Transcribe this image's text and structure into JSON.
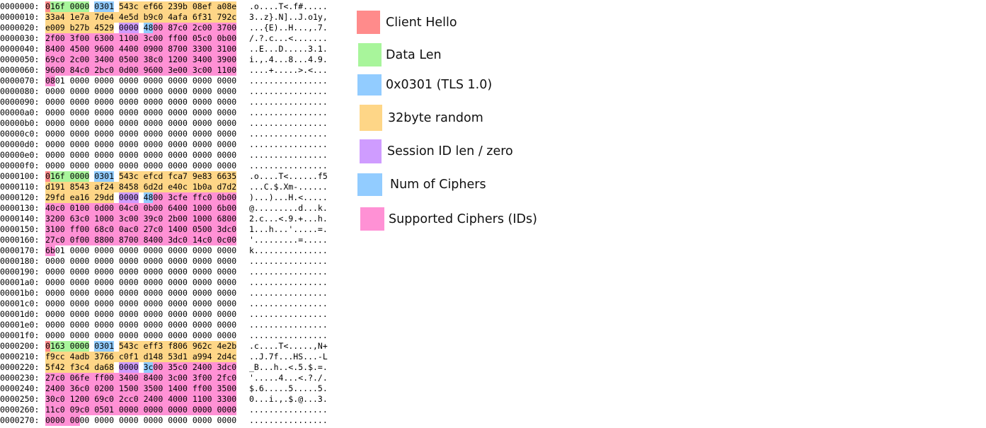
{
  "colors": {
    "client_hello": "#ff8b8b",
    "data_len": "#a8f59b",
    "tls_version": "#92ccff",
    "random": "#fed687",
    "session_id": "#cf9cff",
    "num_ciphers": "#92ccff",
    "ciphers": "#ff91d5"
  },
  "legend": [
    {
      "key": "client_hello",
      "label": "Client Hello",
      "icon": "swatch"
    },
    {
      "key": "data_len",
      "label": "Data Len",
      "icon": "swatch"
    },
    {
      "key": "tls_version",
      "label": "0x0301 (TLS 1.0)",
      "icon": "swatch"
    },
    {
      "key": "random",
      "label": "32byte random",
      "icon": "swatch"
    },
    {
      "key": "session_id",
      "label": "Session ID len / zero",
      "icon": "swatch"
    },
    {
      "key": "num_ciphers",
      "label": "Num of Ciphers",
      "icon": "swatch"
    },
    {
      "key": "ciphers",
      "label": "Supported Ciphers (IDs)",
      "icon": "swatch"
    }
  ],
  "hexdump": [
    {
      "addr": "0000000:",
      "words": [
        "016f",
        "0000",
        "0301",
        "543c",
        "ef66",
        "239b",
        "08ef",
        "a08e"
      ],
      "ascii": ".o....T<.f#....."
    },
    {
      "addr": "0000010:",
      "words": [
        "33a4",
        "1e7a",
        "7de4",
        "4e5d",
        "b9c0",
        "4afa",
        "6f31",
        "792c"
      ],
      "ascii": "3..z}.N]..J.o1y,"
    },
    {
      "addr": "0000020:",
      "words": [
        "e009",
        "b27b",
        "4529",
        "0000",
        "4800",
        "87c0",
        "2c00",
        "3700"
      ],
      "ascii": "...{E)..H...,.7."
    },
    {
      "addr": "0000030:",
      "words": [
        "2f00",
        "3f00",
        "6300",
        "1100",
        "3c00",
        "ff00",
        "05c0",
        "0b00"
      ],
      "ascii": "/.?.c...<......."
    },
    {
      "addr": "0000040:",
      "words": [
        "8400",
        "4500",
        "9600",
        "4400",
        "0900",
        "8700",
        "3300",
        "3100"
      ],
      "ascii": "..E...D.....3.1."
    },
    {
      "addr": "0000050:",
      "words": [
        "69c0",
        "2c00",
        "3400",
        "0500",
        "38c0",
        "1200",
        "3400",
        "3900"
      ],
      "ascii": "i.,.4...8...4.9."
    },
    {
      "addr": "0000060:",
      "words": [
        "9600",
        "84c0",
        "2bc0",
        "0d00",
        "9600",
        "3e00",
        "3c00",
        "1100"
      ],
      "ascii": "....+.....>.<..."
    },
    {
      "addr": "0000070:",
      "words": [
        "0801",
        "0000",
        "0000",
        "0000",
        "0000",
        "0000",
        "0000",
        "0000"
      ],
      "ascii": "................"
    },
    {
      "addr": "0000080:",
      "words": [
        "0000",
        "0000",
        "0000",
        "0000",
        "0000",
        "0000",
        "0000",
        "0000"
      ],
      "ascii": "................"
    },
    {
      "addr": "0000090:",
      "words": [
        "0000",
        "0000",
        "0000",
        "0000",
        "0000",
        "0000",
        "0000",
        "0000"
      ],
      "ascii": "................"
    },
    {
      "addr": "00000a0:",
      "words": [
        "0000",
        "0000",
        "0000",
        "0000",
        "0000",
        "0000",
        "0000",
        "0000"
      ],
      "ascii": "................"
    },
    {
      "addr": "00000b0:",
      "words": [
        "0000",
        "0000",
        "0000",
        "0000",
        "0000",
        "0000",
        "0000",
        "0000"
      ],
      "ascii": "................"
    },
    {
      "addr": "00000c0:",
      "words": [
        "0000",
        "0000",
        "0000",
        "0000",
        "0000",
        "0000",
        "0000",
        "0000"
      ],
      "ascii": "................"
    },
    {
      "addr": "00000d0:",
      "words": [
        "0000",
        "0000",
        "0000",
        "0000",
        "0000",
        "0000",
        "0000",
        "0000"
      ],
      "ascii": "................"
    },
    {
      "addr": "00000e0:",
      "words": [
        "0000",
        "0000",
        "0000",
        "0000",
        "0000",
        "0000",
        "0000",
        "0000"
      ],
      "ascii": "................"
    },
    {
      "addr": "00000f0:",
      "words": [
        "0000",
        "0000",
        "0000",
        "0000",
        "0000",
        "0000",
        "0000",
        "0000"
      ],
      "ascii": "................"
    },
    {
      "addr": "0000100:",
      "words": [
        "016f",
        "0000",
        "0301",
        "543c",
        "efcd",
        "fca7",
        "9e83",
        "6635"
      ],
      "ascii": ".o....T<......f5"
    },
    {
      "addr": "0000110:",
      "words": [
        "d191",
        "8543",
        "af24",
        "8458",
        "6d2d",
        "e40c",
        "1b0a",
        "d7d2"
      ],
      "ascii": "...C.$.Xm-......"
    },
    {
      "addr": "0000120:",
      "words": [
        "29fd",
        "ea16",
        "29dd",
        "0000",
        "4800",
        "3cfe",
        "ffc0",
        "0b00"
      ],
      "ascii": ")...)...H.<....."
    },
    {
      "addr": "0000130:",
      "words": [
        "40c0",
        "0100",
        "0d00",
        "04c0",
        "0b00",
        "6400",
        "1000",
        "6b00"
      ],
      "ascii": "@.........d...k."
    },
    {
      "addr": "0000140:",
      "words": [
        "3200",
        "63c0",
        "1000",
        "3c00",
        "39c0",
        "2b00",
        "1000",
        "6800"
      ],
      "ascii": "2.c...<.9.+...h."
    },
    {
      "addr": "0000150:",
      "words": [
        "3100",
        "ff00",
        "68c0",
        "0ac0",
        "27c0",
        "1400",
        "0500",
        "3dc0"
      ],
      "ascii": "1...h...'.....=."
    },
    {
      "addr": "0000160:",
      "words": [
        "27c0",
        "0f00",
        "8800",
        "8700",
        "8400",
        "3dc0",
        "14c0",
        "0c00"
      ],
      "ascii": "'.........=....."
    },
    {
      "addr": "0000170:",
      "words": [
        "6b01",
        "0000",
        "0000",
        "0000",
        "0000",
        "0000",
        "0000",
        "0000"
      ],
      "ascii": "k..............."
    },
    {
      "addr": "0000180:",
      "words": [
        "0000",
        "0000",
        "0000",
        "0000",
        "0000",
        "0000",
        "0000",
        "0000"
      ],
      "ascii": "................"
    },
    {
      "addr": "0000190:",
      "words": [
        "0000",
        "0000",
        "0000",
        "0000",
        "0000",
        "0000",
        "0000",
        "0000"
      ],
      "ascii": "................"
    },
    {
      "addr": "00001a0:",
      "words": [
        "0000",
        "0000",
        "0000",
        "0000",
        "0000",
        "0000",
        "0000",
        "0000"
      ],
      "ascii": "................"
    },
    {
      "addr": "00001b0:",
      "words": [
        "0000",
        "0000",
        "0000",
        "0000",
        "0000",
        "0000",
        "0000",
        "0000"
      ],
      "ascii": "................"
    },
    {
      "addr": "00001c0:",
      "words": [
        "0000",
        "0000",
        "0000",
        "0000",
        "0000",
        "0000",
        "0000",
        "0000"
      ],
      "ascii": "................"
    },
    {
      "addr": "00001d0:",
      "words": [
        "0000",
        "0000",
        "0000",
        "0000",
        "0000",
        "0000",
        "0000",
        "0000"
      ],
      "ascii": "................"
    },
    {
      "addr": "00001e0:",
      "words": [
        "0000",
        "0000",
        "0000",
        "0000",
        "0000",
        "0000",
        "0000",
        "0000"
      ],
      "ascii": "................"
    },
    {
      "addr": "00001f0:",
      "words": [
        "0000",
        "0000",
        "0000",
        "0000",
        "0000",
        "0000",
        "0000",
        "0000"
      ],
      "ascii": "................"
    },
    {
      "addr": "0000200:",
      "words": [
        "0163",
        "0000",
        "0301",
        "543c",
        "eff3",
        "f806",
        "962c",
        "4e2b"
      ],
      "ascii": ".c....T<.....,N+"
    },
    {
      "addr": "0000210:",
      "words": [
        "f9cc",
        "4adb",
        "3766",
        "c0f1",
        "d148",
        "53d1",
        "a994",
        "2d4c"
      ],
      "ascii": "..J.7f...HS...-L"
    },
    {
      "addr": "0000220:",
      "words": [
        "5f42",
        "f3c4",
        "da68",
        "0000",
        "3c00",
        "35c0",
        "2400",
        "3dc0"
      ],
      "ascii": "_B...h..<.5.$.=."
    },
    {
      "addr": "0000230:",
      "words": [
        "27c0",
        "06fe",
        "ff00",
        "3400",
        "8400",
        "3c00",
        "3f00",
        "2fc0"
      ],
      "ascii": "'.....4...<.?./."
    },
    {
      "addr": "0000240:",
      "words": [
        "2400",
        "36c0",
        "0200",
        "1500",
        "3500",
        "1400",
        "ff00",
        "3500"
      ],
      "ascii": "$.6.....5.....5."
    },
    {
      "addr": "0000250:",
      "words": [
        "30c0",
        "1200",
        "69c0",
        "2cc0",
        "2400",
        "4000",
        "1100",
        "3300"
      ],
      "ascii": "0...i.,.$.@...3."
    },
    {
      "addr": "0000260:",
      "words": [
        "11c0",
        "09c0",
        "0501",
        "0000",
        "0000",
        "0000",
        "0000",
        "0000"
      ],
      "ascii": "................"
    },
    {
      "addr": "0000270:",
      "words": [
        "0000",
        "0000",
        "0000",
        "0000",
        "0000",
        "0000",
        "0000",
        "0000"
      ],
      "ascii": "................"
    }
  ],
  "highlights": [
    {
      "row": 0,
      "start": 0,
      "end": 1,
      "type": "client_hello"
    },
    {
      "row": 0,
      "start": 1,
      "end": 8,
      "type": "data_len"
    },
    {
      "row": 0,
      "start": 8,
      "end": 12,
      "type": "tls_version"
    },
    {
      "row": 0,
      "start": 12,
      "end": 32,
      "type": "random"
    },
    {
      "row": 1,
      "start": 0,
      "end": 32,
      "type": "random"
    },
    {
      "row": 2,
      "start": 0,
      "end": 12,
      "type": "random"
    },
    {
      "row": 2,
      "start": 12,
      "end": 16,
      "type": "session_id"
    },
    {
      "row": 2,
      "start": 16,
      "end": 18,
      "type": "num_ciphers"
    },
    {
      "row": 2,
      "start": 18,
      "end": 32,
      "type": "ciphers"
    },
    {
      "row": 3,
      "start": 0,
      "end": 32,
      "type": "ciphers"
    },
    {
      "row": 4,
      "start": 0,
      "end": 32,
      "type": "ciphers"
    },
    {
      "row": 5,
      "start": 0,
      "end": 32,
      "type": "ciphers"
    },
    {
      "row": 6,
      "start": 0,
      "end": 32,
      "type": "ciphers"
    },
    {
      "row": 7,
      "start": 0,
      "end": 2,
      "type": "ciphers"
    },
    {
      "row": 16,
      "start": 0,
      "end": 1,
      "type": "client_hello"
    },
    {
      "row": 16,
      "start": 1,
      "end": 8,
      "type": "data_len"
    },
    {
      "row": 16,
      "start": 8,
      "end": 12,
      "type": "tls_version"
    },
    {
      "row": 16,
      "start": 12,
      "end": 32,
      "type": "random"
    },
    {
      "row": 17,
      "start": 0,
      "end": 32,
      "type": "random"
    },
    {
      "row": 18,
      "start": 0,
      "end": 12,
      "type": "random"
    },
    {
      "row": 18,
      "start": 12,
      "end": 16,
      "type": "session_id"
    },
    {
      "row": 18,
      "start": 16,
      "end": 18,
      "type": "num_ciphers"
    },
    {
      "row": 18,
      "start": 18,
      "end": 32,
      "type": "ciphers"
    },
    {
      "row": 19,
      "start": 0,
      "end": 32,
      "type": "ciphers"
    },
    {
      "row": 20,
      "start": 0,
      "end": 32,
      "type": "ciphers"
    },
    {
      "row": 21,
      "start": 0,
      "end": 32,
      "type": "ciphers"
    },
    {
      "row": 22,
      "start": 0,
      "end": 32,
      "type": "ciphers"
    },
    {
      "row": 23,
      "start": 0,
      "end": 2,
      "type": "ciphers"
    },
    {
      "row": 32,
      "start": 0,
      "end": 1,
      "type": "client_hello"
    },
    {
      "row": 32,
      "start": 1,
      "end": 8,
      "type": "data_len"
    },
    {
      "row": 32,
      "start": 8,
      "end": 12,
      "type": "tls_version"
    },
    {
      "row": 32,
      "start": 12,
      "end": 32,
      "type": "random"
    },
    {
      "row": 33,
      "start": 0,
      "end": 32,
      "type": "random"
    },
    {
      "row": 34,
      "start": 0,
      "end": 12,
      "type": "random"
    },
    {
      "row": 34,
      "start": 12,
      "end": 16,
      "type": "session_id"
    },
    {
      "row": 34,
      "start": 16,
      "end": 18,
      "type": "num_ciphers"
    },
    {
      "row": 34,
      "start": 18,
      "end": 32,
      "type": "ciphers"
    },
    {
      "row": 35,
      "start": 0,
      "end": 32,
      "type": "ciphers"
    },
    {
      "row": 36,
      "start": 0,
      "end": 32,
      "type": "ciphers"
    },
    {
      "row": 37,
      "start": 0,
      "end": 32,
      "type": "ciphers"
    },
    {
      "row": 38,
      "start": 0,
      "end": 32,
      "type": "ciphers"
    },
    {
      "row": 39,
      "start": 0,
      "end": 6,
      "type": "ciphers"
    }
  ]
}
